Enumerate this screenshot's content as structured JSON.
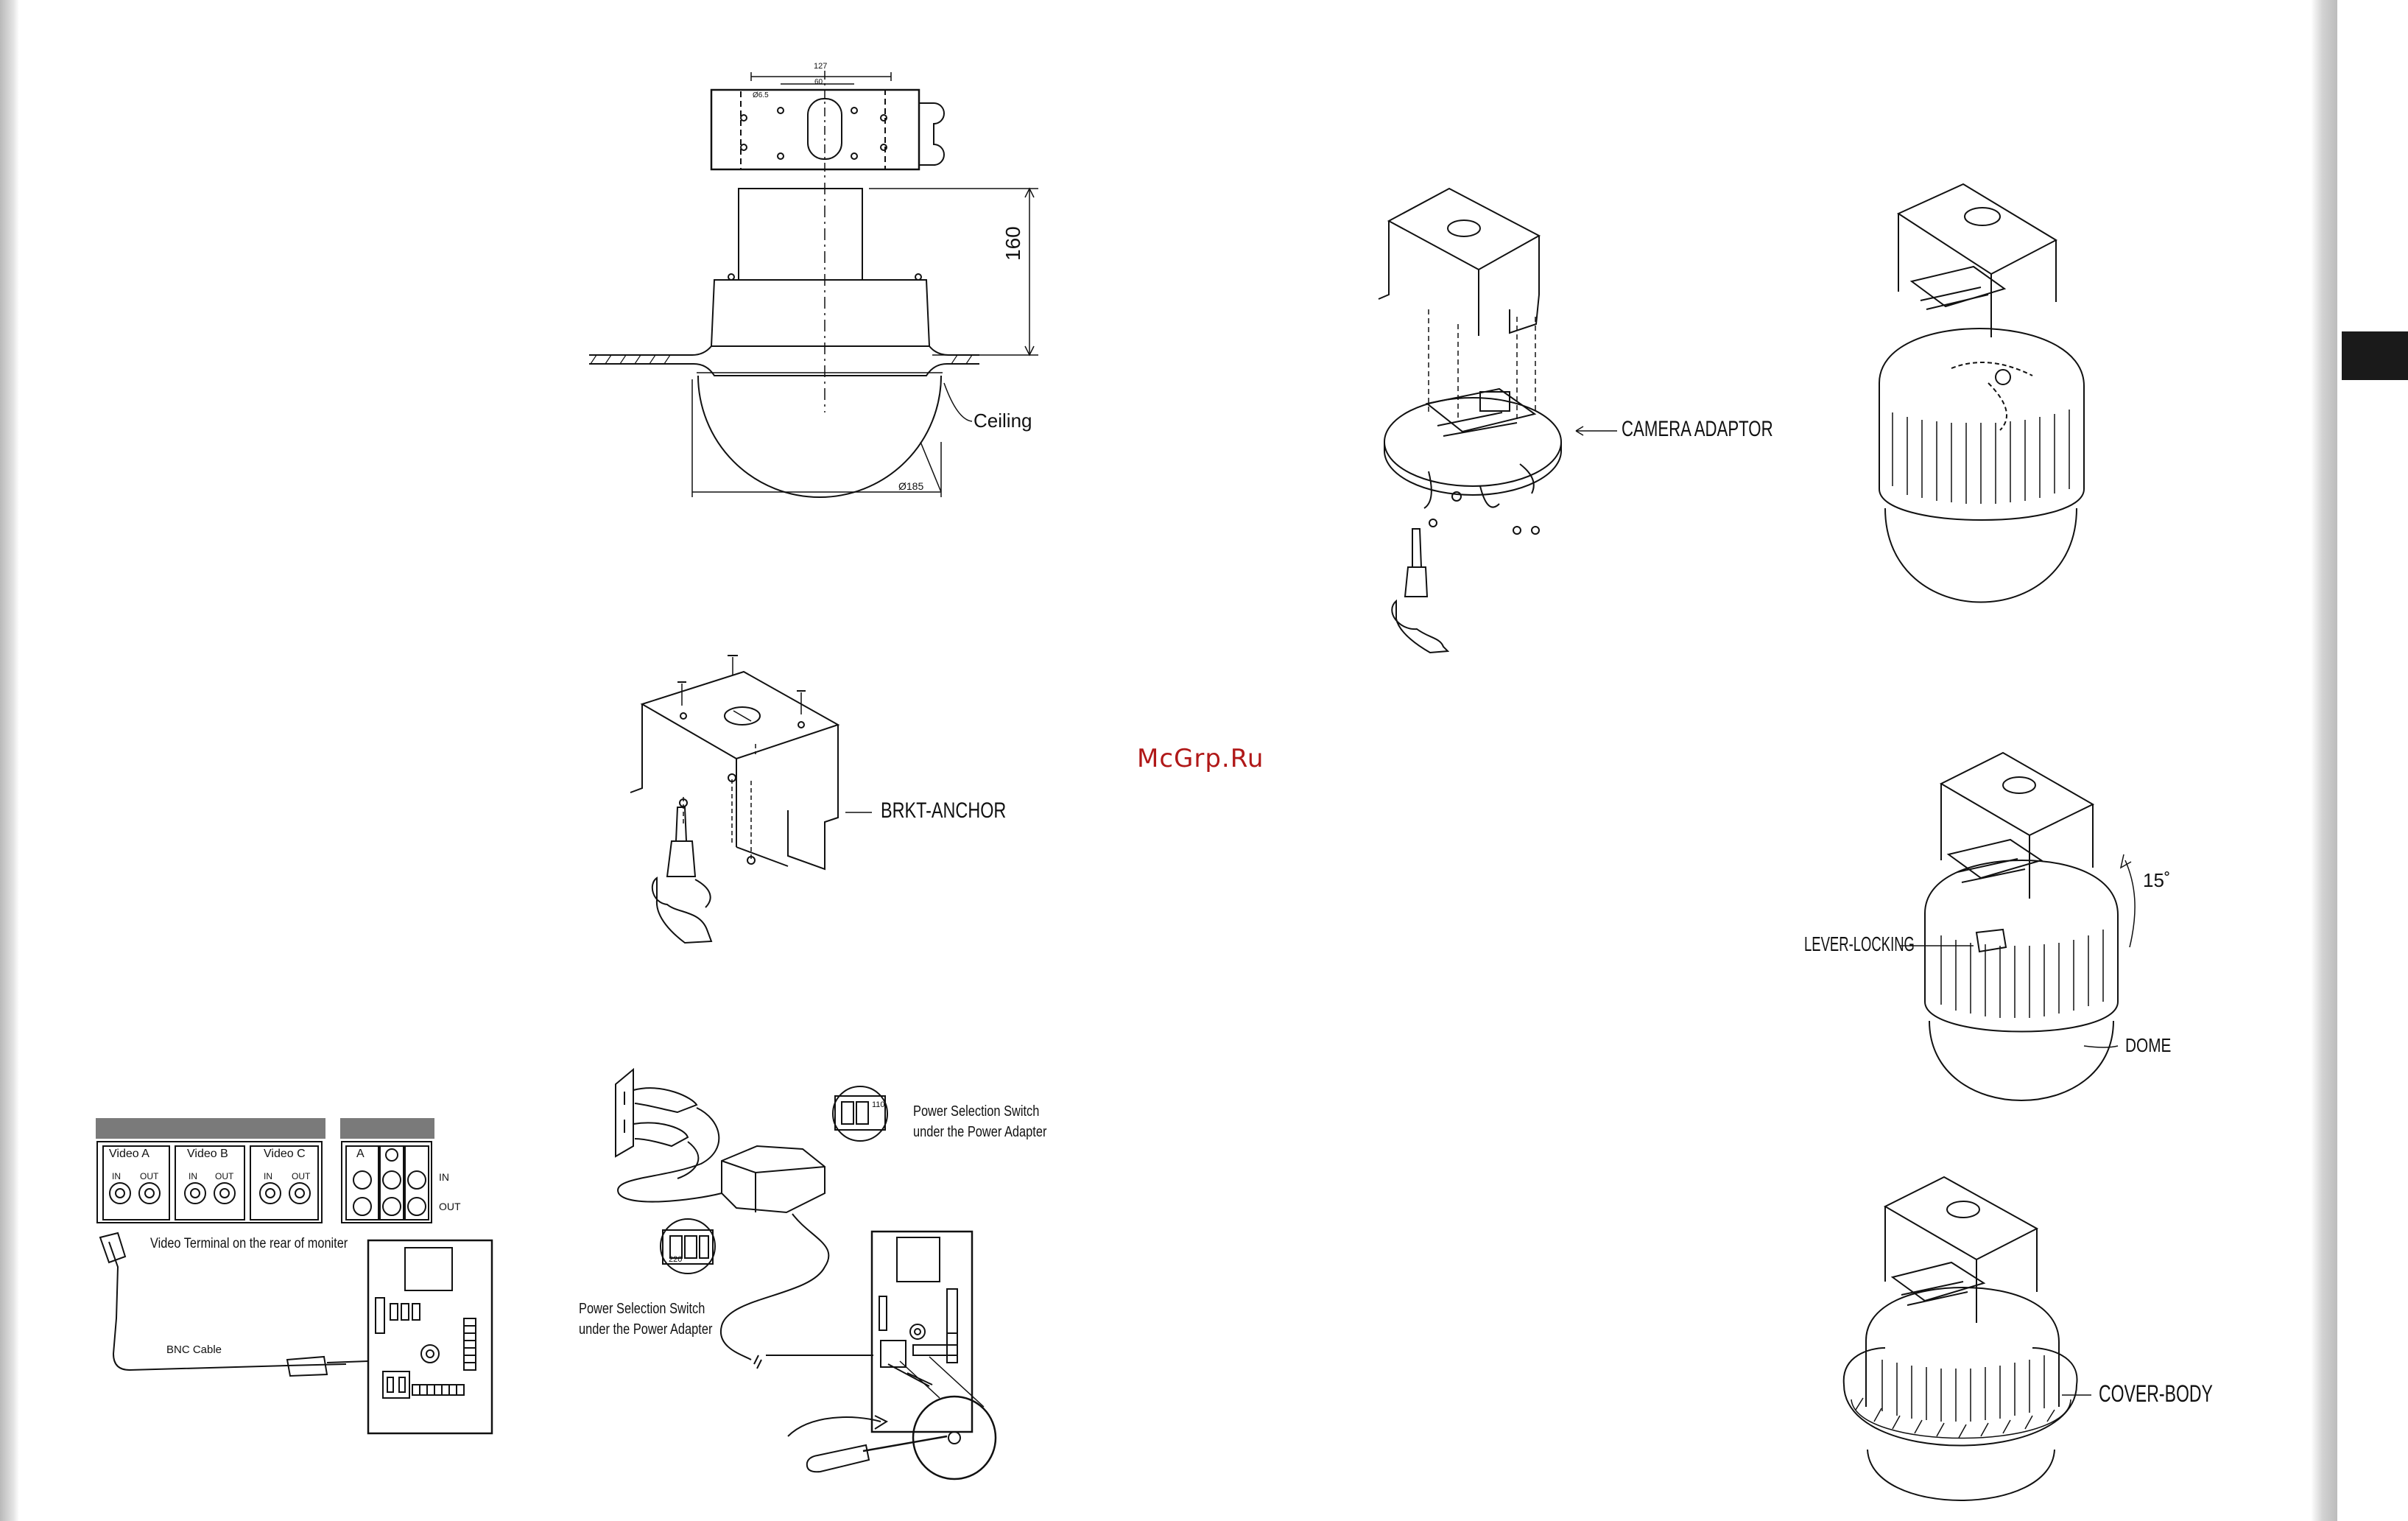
{
  "watermark": "McGrp.Ru",
  "dims": {
    "width": "127",
    "width_inner": "60",
    "height": "160",
    "diameter": "Ø185",
    "hole": "Ø6.5"
  },
  "labels": {
    "ceiling": "Ceiling",
    "brkt_anchor": "BRKT-ANCHOR",
    "camera_adaptor": "CAMERA ADAPTOR",
    "lever_locking": "LEVER-LOCKING",
    "dome": "DOME",
    "angle": "15˚",
    "cover_body": "COVER-BODY",
    "power_switch_top": [
      "Power Selection Switch",
      "under the Power Adapter"
    ],
    "power_switch_left": [
      "Power Selection Switch",
      "under the Power Adapter"
    ],
    "video_terminal": "Video Terminal on the rear of moniter",
    "bnc_cable": "BNC Cable"
  },
  "monitor": {
    "videos": [
      {
        "name": "Video A",
        "in": "IN",
        "out": "OUT"
      },
      {
        "name": "Video B",
        "in": "IN",
        "out": "OUT"
      },
      {
        "name": "Video C",
        "in": "IN",
        "out": "OUT"
      }
    ],
    "side_label": "A",
    "side_in": "IN",
    "side_out": "OUT"
  },
  "switch_values": {
    "top": "110",
    "left": "220"
  }
}
